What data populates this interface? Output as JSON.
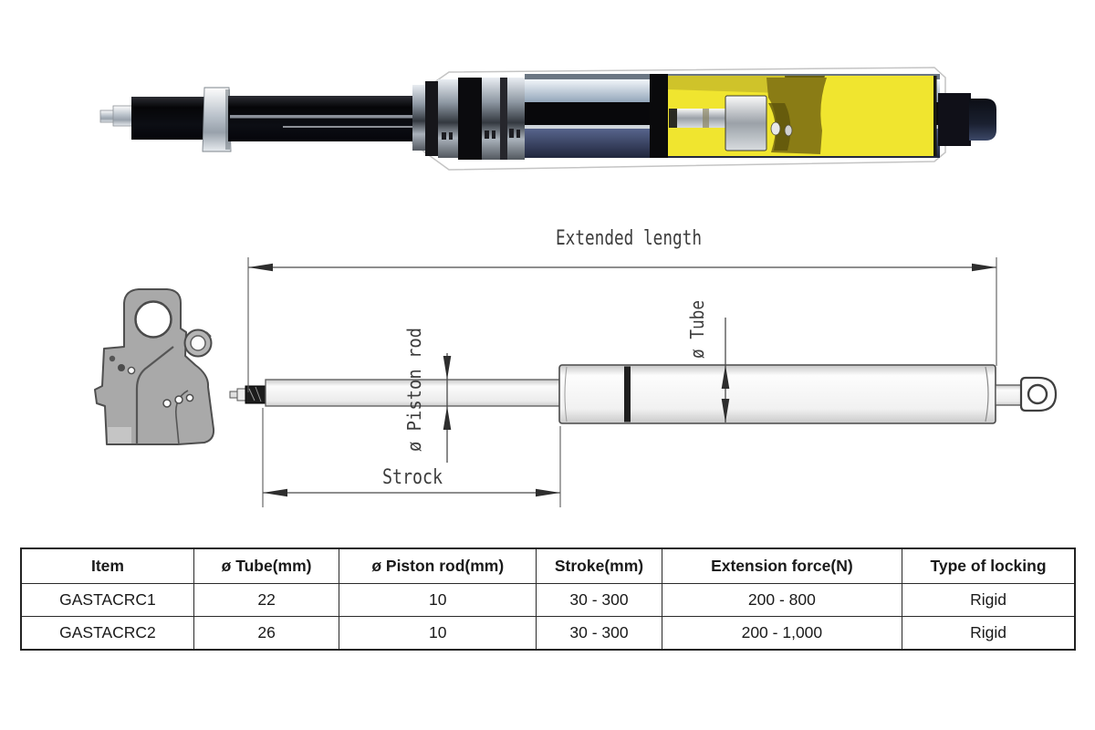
{
  "diagram": {
    "labels": {
      "extended_length": "Extended length",
      "tube_diameter": "ø Tube",
      "piston_rod_diameter": "ø Piston rod",
      "stroke": "Strock"
    }
  },
  "table": {
    "headers": [
      "Item",
      "ø Tube(mm)",
      "ø Piston rod(mm)",
      "Stroke(mm)",
      "Extension force(N)",
      "Type of locking"
    ],
    "rows": [
      [
        "GASTACRC1",
        "22",
        "10",
        "30 - 300",
        "200 - 800",
        "Rigid"
      ],
      [
        "GASTACRC2",
        "26",
        "10",
        "30 - 300",
        "200 - 1,000",
        "Rigid"
      ]
    ]
  },
  "colors": {
    "cutaway_yellow": "#f0e52f",
    "tube_slate_blue": "#4a5578",
    "drawing_line": "#4a4a4a",
    "bracket_gray": "#a9a9a9"
  }
}
